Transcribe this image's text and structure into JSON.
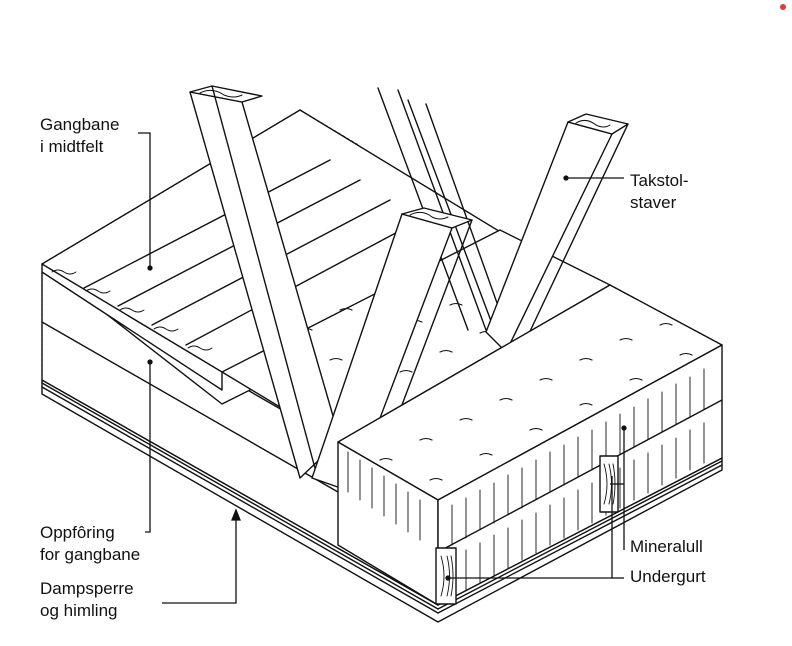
{
  "labels": {
    "gangbane_line1": "Gangbane",
    "gangbane_line2": "i midtfelt",
    "takstol_line1": "Takstol-",
    "takstol_line2": "staver",
    "oppforing_line1": "Oppfôring",
    "oppforing_line2": "for gangbane",
    "dampsperre_line1": "Dampsperre",
    "dampsperre_line2": "og himling",
    "mineralull": "Mineralull",
    "undergurt": "Undergurt"
  },
  "colors": {
    "ink": "#111111",
    "paper": "#ffffff",
    "marker": "#e53935"
  }
}
